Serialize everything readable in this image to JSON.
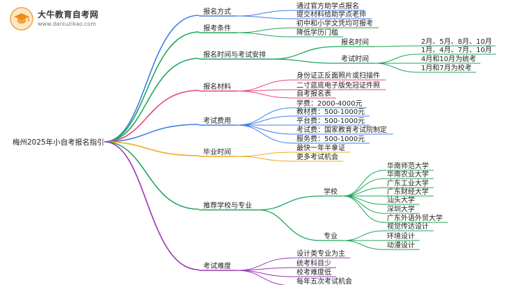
{
  "brand": {
    "name": "大牛教育自考网",
    "url": "www.daniuzikao.com"
  },
  "root": "梅州2025年小自考报名指引",
  "colors": {
    "blue": "#3f7ee8",
    "green": "#1fa65a",
    "orange": "#f2a81e",
    "pink": "#e8457c",
    "purple": "#9b35b5",
    "red": "#e23b3b",
    "text": "#222222"
  },
  "branches": [
    {
      "label": "报名方式",
      "color": "blue",
      "children": [
        {
          "label": "通过官方助学点报名"
        },
        {
          "label": "提交材料给助学点老师"
        }
      ]
    },
    {
      "label": "报考条件",
      "color": "green",
      "children": [
        {
          "label": "初中和小学文凭均可报考"
        },
        {
          "label": "降低学历门槛"
        }
      ]
    },
    {
      "label": "报名时间与考试安排",
      "color": "green",
      "children": [
        {
          "label": "报名时间",
          "children": [
            {
              "label": "2月、5月、8月、10月"
            }
          ]
        },
        {
          "label": "考试时间",
          "children": [
            {
              "label": "1月、4月、7月、10月"
            },
            {
              "label": "4月和10月为统考"
            },
            {
              "label": "1月和7月为校考"
            }
          ]
        }
      ]
    },
    {
      "label": "报名材料",
      "color": "pink",
      "children": [
        {
          "label": "身份证正反面照片或扫描件"
        },
        {
          "label": "二寸蓝底电子版免冠证件照"
        },
        {
          "label": "自考报名表"
        }
      ]
    },
    {
      "label": "考试费用",
      "color": "blue",
      "children": [
        {
          "label": "学费：2000-4000元"
        },
        {
          "label": "教材费：500-1000元"
        },
        {
          "label": "平台费：500-1000元"
        },
        {
          "label": "考试费：国家教育考试院制定"
        },
        {
          "label": "服务费：500-1000元"
        }
      ]
    },
    {
      "label": "毕业时间",
      "color": "orange",
      "children": [
        {
          "label": "最快一年半拿证"
        },
        {
          "label": "更多考试机会"
        }
      ]
    },
    {
      "label": "推荐学校与专业",
      "color": "green",
      "children": [
        {
          "label": "学校",
          "children": [
            {
              "label": "华南师范大学"
            },
            {
              "label": "华南农业大学"
            },
            {
              "label": "广东工业大学"
            },
            {
              "label": "广东财经大学"
            },
            {
              "label": "汕头大学"
            },
            {
              "label": "深圳大学"
            },
            {
              "label": "广东外语外贸大学"
            }
          ]
        },
        {
          "label": "专业",
          "children": [
            {
              "label": "视觉传达设计"
            },
            {
              "label": "环境设计"
            },
            {
              "label": "动漫设计"
            }
          ]
        }
      ]
    },
    {
      "label": "考试难度",
      "color": "purple",
      "children": [
        {
          "label": "设计类专业为主"
        },
        {
          "label": "统考科目少"
        },
        {
          "label": "校考难度低"
        },
        {
          "label": "每年五次考试机会"
        }
      ]
    }
  ]
}
